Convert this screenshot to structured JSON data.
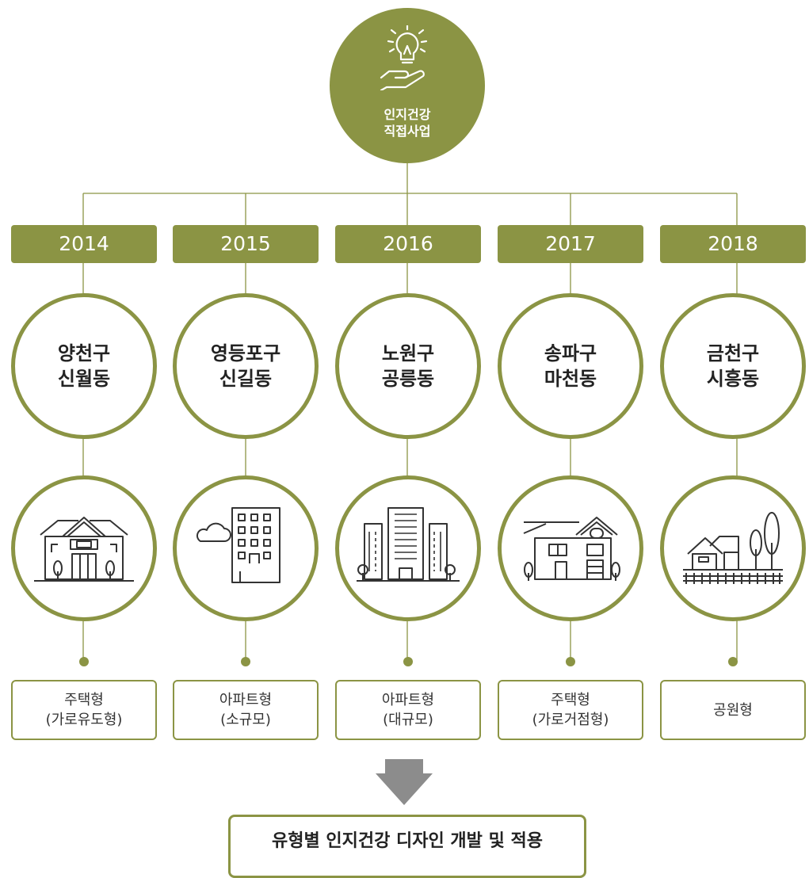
{
  "top": {
    "title_line1": "인지건강",
    "title_line2": "직접사업",
    "icon": "lightbulb-hand-icon"
  },
  "colors": {
    "accent": "#8b9444",
    "line": "#8b9444",
    "arrow": "#8c8c8c"
  },
  "columns": [
    {
      "year": "2014",
      "district": "양천구",
      "dong": "신월동",
      "icon": "townhouse-icon",
      "type_line1": "주택형",
      "type_line2": "(가로유도형)"
    },
    {
      "year": "2015",
      "district": "영등포구",
      "dong": "신길동",
      "icon": "small-apartment-icon",
      "type_line1": "아파트형",
      "type_line2": "(소규모)"
    },
    {
      "year": "2016",
      "district": "노원구",
      "dong": "공릉동",
      "icon": "high-rise-apartment-icon",
      "type_line1": "아파트형",
      "type_line2": "(대규모)"
    },
    {
      "year": "2017",
      "district": "송파구",
      "dong": "마천동",
      "icon": "street-house-icon",
      "type_line1": "주택형",
      "type_line2": "(가로거점형)"
    },
    {
      "year": "2018",
      "district": "금천구",
      "dong": "시흥동",
      "icon": "park-house-icon",
      "type_line1": "공원형",
      "type_line2": ""
    }
  ],
  "result": {
    "label": "유형별 인지건강 디자인 개발 및 적용"
  }
}
